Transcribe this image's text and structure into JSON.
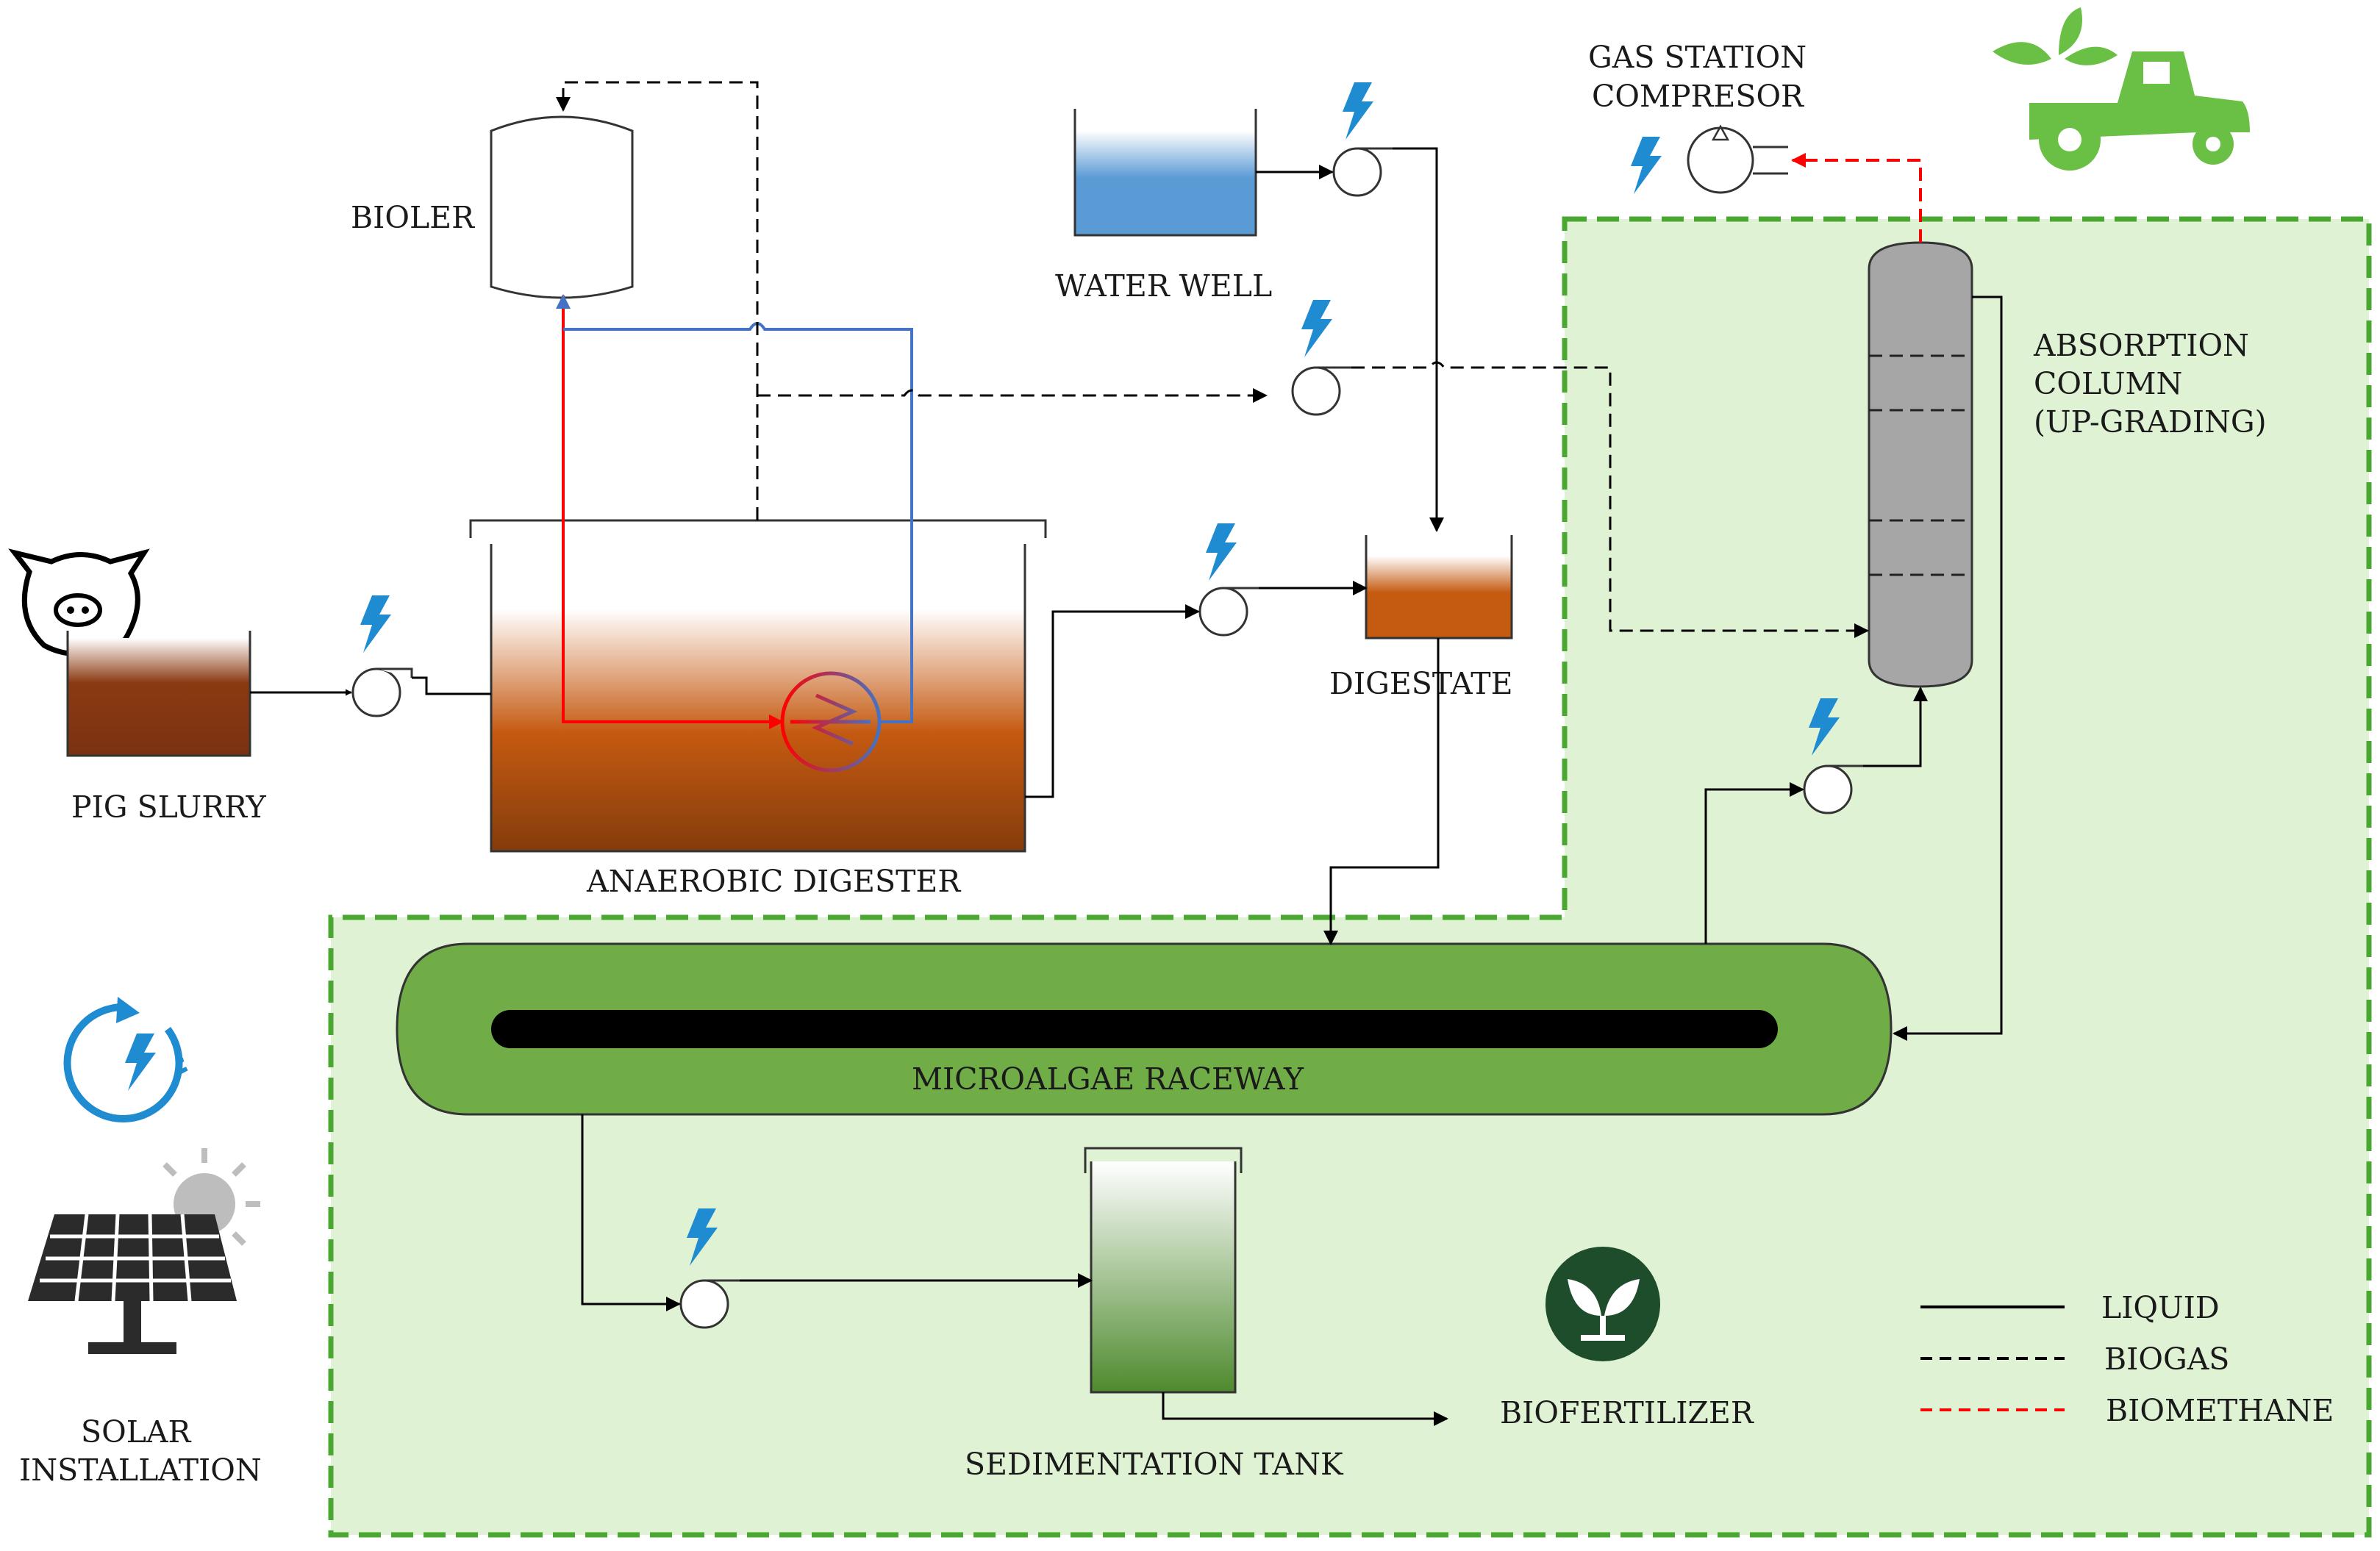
{
  "labels": {
    "boiler": "BIOLER",
    "water_well": "WATER WELL",
    "gas_station_line1": "GAS STATION",
    "gas_station_line2": "COMPRESOR",
    "absorption_line1": "ABSORPTION",
    "absorption_line2": "COLUMN",
    "absorption_line3": "(UP-GRADING)",
    "pig_slurry": "PIG SLURRY",
    "anaerobic_digester": "ANAEROBIC DIGESTER",
    "digestate": "DIGESTATE",
    "microalgae_raceway": "MICROALGAE RACEWAY",
    "sedimentation_tank": "SEDIMENTATION TANK",
    "biofertilizer": "BIOFERTILIZER",
    "solar_line1": "SOLAR",
    "solar_line2": "INSTALLATION"
  },
  "legend": [
    {
      "label": "LIQUID",
      "color": "#000000",
      "style": "solid"
    },
    {
      "label": "BIOGAS",
      "color": "#000000",
      "style": "dashed"
    },
    {
      "label": "BIOMETHANE",
      "color": "#ff0000",
      "style": "dashed"
    }
  ],
  "colors": {
    "zone_fill": "#dff2d3",
    "zone_border": "#4aa832",
    "raceway": "#70ad47",
    "slurry": "#8b3a12",
    "digestate": "#c55a11",
    "water": "#5b9bd5",
    "power_bolt": "#1f8bd1",
    "hot_line": "#ff0000",
    "cold_line": "#4472c4",
    "column": "#a6a6a6",
    "tractor": "#6abf45",
    "biofertilizer_icon": "#1e4d2b"
  },
  "icons": [
    "pig-icon",
    "power-bolt-icon",
    "tractor-icon",
    "solar-panel-icon",
    "sun-icon",
    "renewable-energy-icon",
    "sprout-icon",
    "heat-exchanger-icon",
    "compressor-icon"
  ]
}
